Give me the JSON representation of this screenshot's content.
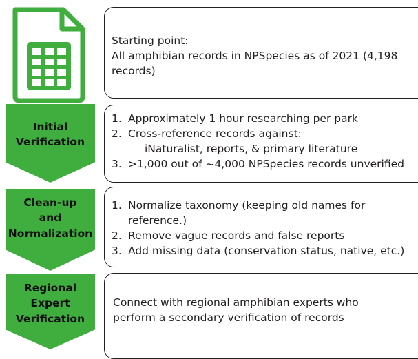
{
  "icon": {
    "name": "spreadsheet-file-icon",
    "color": "#3fae3f"
  },
  "start": {
    "line1": "Starting point:",
    "line2": "All amphibian records in NPSpecies as of 2021 (4,198",
    "line3": "records)"
  },
  "steps": [
    {
      "label": [
        "Initial",
        "Verification"
      ],
      "items": [
        {
          "num": "1.",
          "text": "Approximately 1 hour researching per park"
        },
        {
          "num": "2.",
          "text": "Cross-reference records against:"
        },
        {
          "num": "",
          "text": "iNaturalist, reports, & primary literature"
        },
        {
          "num": "3.",
          "text": ">1,000 out of ~4,000 NPSpecies records unverified"
        }
      ]
    },
    {
      "label": [
        "Clean-up",
        "and",
        "Normalization"
      ],
      "items": [
        {
          "num": "1.",
          "text": "Normalize taxonomy (keeping old names for"
        },
        {
          "num": "",
          "text": "reference.)"
        },
        {
          "num": "2.",
          "text": "Remove vague records and false reports"
        },
        {
          "num": "3.",
          "text": "Add missing data (conservation status, native, etc.)"
        }
      ]
    },
    {
      "label": [
        "Regional",
        "Expert",
        "Verification"
      ],
      "items": [
        {
          "num": "",
          "text": "Connect with regional amphibian experts who"
        },
        {
          "num": "",
          "text": "perform a secondary verification of records"
        }
      ]
    }
  ],
  "colors": {
    "chevron_green": "#3fae3f",
    "text": "#231f20",
    "border": "#231f20"
  }
}
